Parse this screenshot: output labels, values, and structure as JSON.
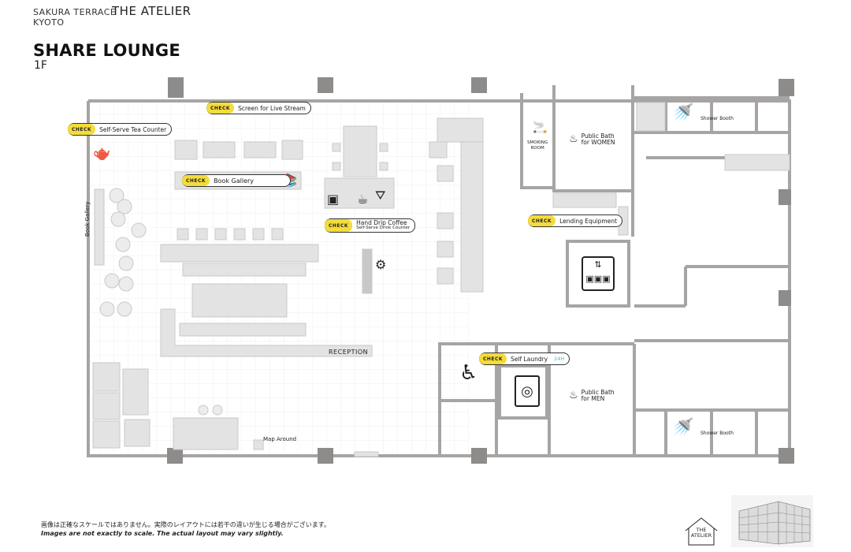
{
  "header": {
    "brand_line1": "SAKURA TERRACE",
    "brand_line2": "KYOTO",
    "brand_name": "THE ATELIER",
    "title": "SHARE LOUNGE",
    "floor": "1F"
  },
  "check_label": "CHECK",
  "callouts": {
    "tea_counter": "Self-Serve Tea Counter",
    "live_stream": "Screen for Live Stream",
    "book_gallery": "Book Gallery",
    "hand_drip": "Hand Drip Coffee",
    "hand_drip_sub": "Self-Serve Drink Counter",
    "lending": "Lending Equipment",
    "laundry": "Self Laundry",
    "laundry_hours": "24H"
  },
  "labels": {
    "book_gallery_side": "Book Gallery",
    "reception": "RECEPTION",
    "map_around": "Map Around",
    "smoking_1": "SMOKING",
    "smoking_2": "ROOM",
    "bath_women_1": "Public Bath",
    "bath_women_2": "for WOMEN",
    "bath_men_1": "Public Bath",
    "bath_men_2": "for MEN",
    "shower_top": "Shower Booth",
    "shower_bottom": "Shower Booth"
  },
  "icons": {
    "teapot": "teapot-icon",
    "books": "books-icon",
    "microwave": "microwave-icon",
    "coffee": "coffee-cup-icon",
    "smoking": "smoking-icon",
    "bath": "hot-spring-icon",
    "shower": "shower-icon",
    "elevator": "elevator-icon",
    "wheelchair": "wheelchair-icon",
    "washer": "washing-machine-icon",
    "grinder": "coffee-grinder-icon"
  },
  "colors": {
    "wall": "#a7a4a4",
    "pillar": "#8e8b8b",
    "furniture": "#e3e3e3",
    "furniture_edge": "#c8c8c8",
    "grid": "#f0f0f0",
    "check_yellow": "#f4dc3a",
    "hours_blue": "#4fb7c8"
  },
  "footer": {
    "note_ja": "画像は正確なスケールではありません。実際のレイアウトには若干の違いが生じる場合がございます。",
    "note_en": "Images are not exactly to scale. The actual layout may vary slightly.",
    "logo_line1": "THE",
    "logo_line2": "ATELIER"
  }
}
